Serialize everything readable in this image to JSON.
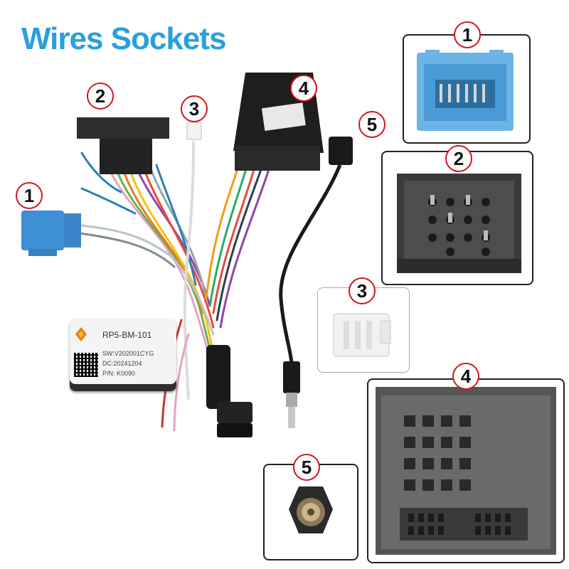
{
  "title": "Wires Sockets",
  "badges": {
    "b1_top": "1",
    "b2_top": "2",
    "b3_top": "3",
    "b4_top": "4",
    "b5_top": "5",
    "b1_harness": "1",
    "b2_harness": "2",
    "b3_harness": "3",
    "b4_harness": "4",
    "b5_harness": "5"
  },
  "module": {
    "model": "RP5-BM-101",
    "sw": "SW:V202001CYG",
    "dc": "DC:20241204",
    "pn": "P/N: K0090"
  },
  "colors": {
    "title": "#2a9fdc",
    "badge_ring": "#d4151c",
    "blue_connector": "#3e8fd4"
  }
}
